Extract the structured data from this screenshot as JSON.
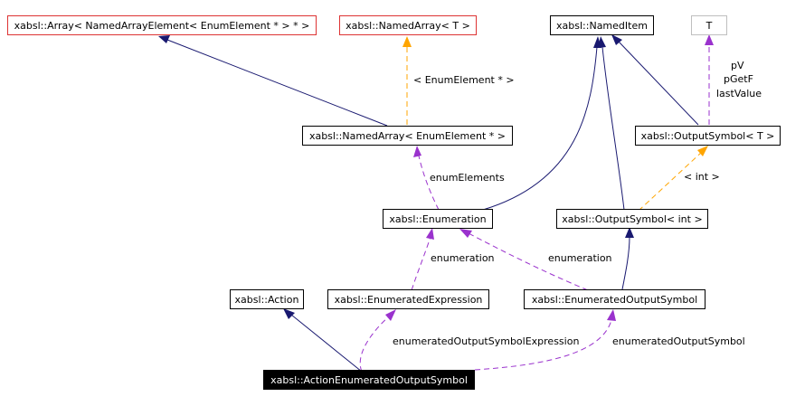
{
  "nodes": {
    "array_named": "xabsl::Array< NamedArrayElement< EnumElement * > * >",
    "named_array_t": "xabsl::NamedArray< T >",
    "named_item": "xabsl::NamedItem",
    "t": "T",
    "named_array_enum": "xabsl::NamedArray< EnumElement * >",
    "output_symbol_t": "xabsl::OutputSymbol< T >",
    "enumeration": "xabsl::Enumeration",
    "output_symbol_int": "xabsl::OutputSymbol< int >",
    "action": "xabsl::Action",
    "enumerated_expression": "xabsl::EnumeratedExpression",
    "enumerated_output_symbol": "xabsl::EnumeratedOutputSymbol",
    "action_enumerated_output_symbol": "xabsl::ActionEnumeratedOutputSymbol"
  },
  "labels": {
    "enum_element_tmpl": "< EnumElement * >",
    "pv": "pV",
    "pgetf": "pGetF",
    "lastvalue": "lastValue",
    "enum_elements": "enumElements",
    "int_tmpl": "< int >",
    "enumeration_a": "enumeration",
    "enumeration_b": "enumeration",
    "enumerated_output_symbol_expression": "enumeratedOutputSymbolExpression",
    "enumerated_output_symbol": "enumeratedOutputSymbol"
  },
  "colors": {
    "inheritance": "#191970",
    "usage": "#9a32cd",
    "template": "#ffa500",
    "undocumented_border": "#dd3333",
    "focus_fill": "#000000"
  }
}
